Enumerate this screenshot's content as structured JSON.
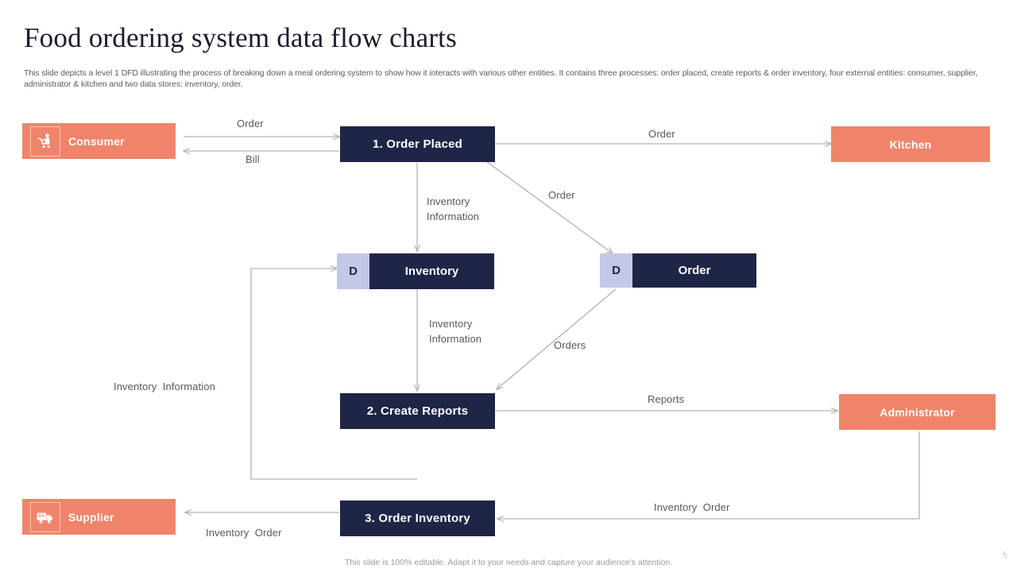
{
  "header": {
    "title": "Food ordering system data flow charts",
    "subtitle": "This slide depicts a level 1 DFD illustrating the process of breaking down a meal ordering system to show how it interacts with various other entities. It contains three processes: order placed, create reports & order inventory, four external entities: consumer, supplier, administrator & kitchen  and two data stores: inventory,  order."
  },
  "colors": {
    "process": "#1e2547",
    "entity": "#f0846b",
    "datastore_tag": "#c3c7e8",
    "connector": "#b3b3b3",
    "text_dark": "#1b1b2f",
    "text_muted": "#58585b"
  },
  "diagram": {
    "type": "data-flow-diagram",
    "entities": [
      {
        "id": "consumer",
        "label": "Consumer",
        "icon": "shopping-cart-person-icon"
      },
      {
        "id": "kitchen",
        "label": "Kitchen",
        "icon": "none"
      },
      {
        "id": "administrator",
        "label": "Administrator",
        "icon": "none"
      },
      {
        "id": "supplier",
        "label": "Supplier",
        "icon": "delivery-truck-icon"
      }
    ],
    "processes": [
      {
        "id": "p1",
        "label": "1. Order Placed"
      },
      {
        "id": "p2",
        "label": "2. Create Reports"
      },
      {
        "id": "p3",
        "label": "3. Order Inventory"
      }
    ],
    "datastores": [
      {
        "id": "ds-inventory",
        "tag": "D",
        "label": "Inventory"
      },
      {
        "id": "ds-order",
        "tag": "D",
        "label": "Order"
      }
    ],
    "flows": [
      {
        "id": "f1",
        "from": "consumer",
        "to": "p1",
        "label": "Order"
      },
      {
        "id": "f2",
        "from": "p1",
        "to": "consumer",
        "label": "Bill"
      },
      {
        "id": "f3",
        "from": "p1",
        "to": "kitchen",
        "label": "Order"
      },
      {
        "id": "f4",
        "from": "p1",
        "to": "ds-inventory",
        "label": "Inventory\nInformation"
      },
      {
        "id": "f5",
        "from": "p1",
        "to": "ds-order",
        "label": "Order"
      },
      {
        "id": "f6",
        "from": "ds-inventory",
        "to": "p2",
        "label": "Inventory\nInformation"
      },
      {
        "id": "f7",
        "from": "ds-order",
        "to": "p2",
        "label": "Orders"
      },
      {
        "id": "f8",
        "from": "p2",
        "to": "administrator",
        "label": "Reports"
      },
      {
        "id": "f9",
        "from": "ds-inventory",
        "to": "p3",
        "label": "Inventory  Information"
      },
      {
        "id": "f10",
        "from": "p3",
        "to": "supplier",
        "label": "Inventory  Order"
      },
      {
        "id": "f11",
        "from": "administrator",
        "to": "p3",
        "label": "Inventory  Order"
      }
    ]
  },
  "footer": {
    "note": "This slide is 100% editable. Adapt it to your needs and capture your audience's attention.",
    "page_number": "5"
  }
}
